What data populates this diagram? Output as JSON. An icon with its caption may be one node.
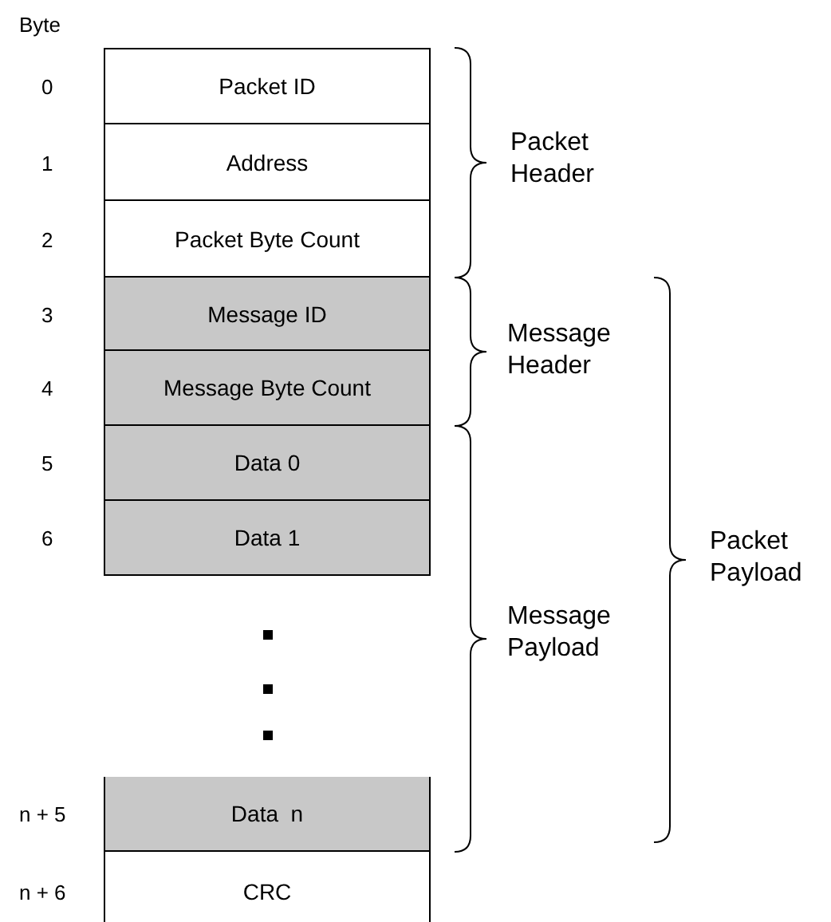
{
  "diagram": {
    "nodes": [
      {
        "text": [
          "Packet ID"
        ]
      },
      {
        "text": [
          "Address"
        ]
      },
      {
        "text": [
          "Packet Byte Count"
        ]
      },
      {
        "text": [
          "Message ID"
        ]
      },
      {
        "text": [
          "Message Byte Count"
        ]
      },
      {
        "text": [
          "Data 0"
        ]
      },
      {
        "text": [
          "Data 1"
        ]
      },
      {
        "text": [
          "Data  n"
        ]
      },
      {
        "text": [
          "CRC"
        ]
      }
    ],
    "labels": [
      "Byte",
      "0",
      "1",
      "2",
      "3",
      "4",
      "5",
      "6",
      "n + 5",
      "n + 6",
      "Packet Header",
      "Message Header",
      "Packet Payload",
      "Message Payload"
    ]
  }
}
